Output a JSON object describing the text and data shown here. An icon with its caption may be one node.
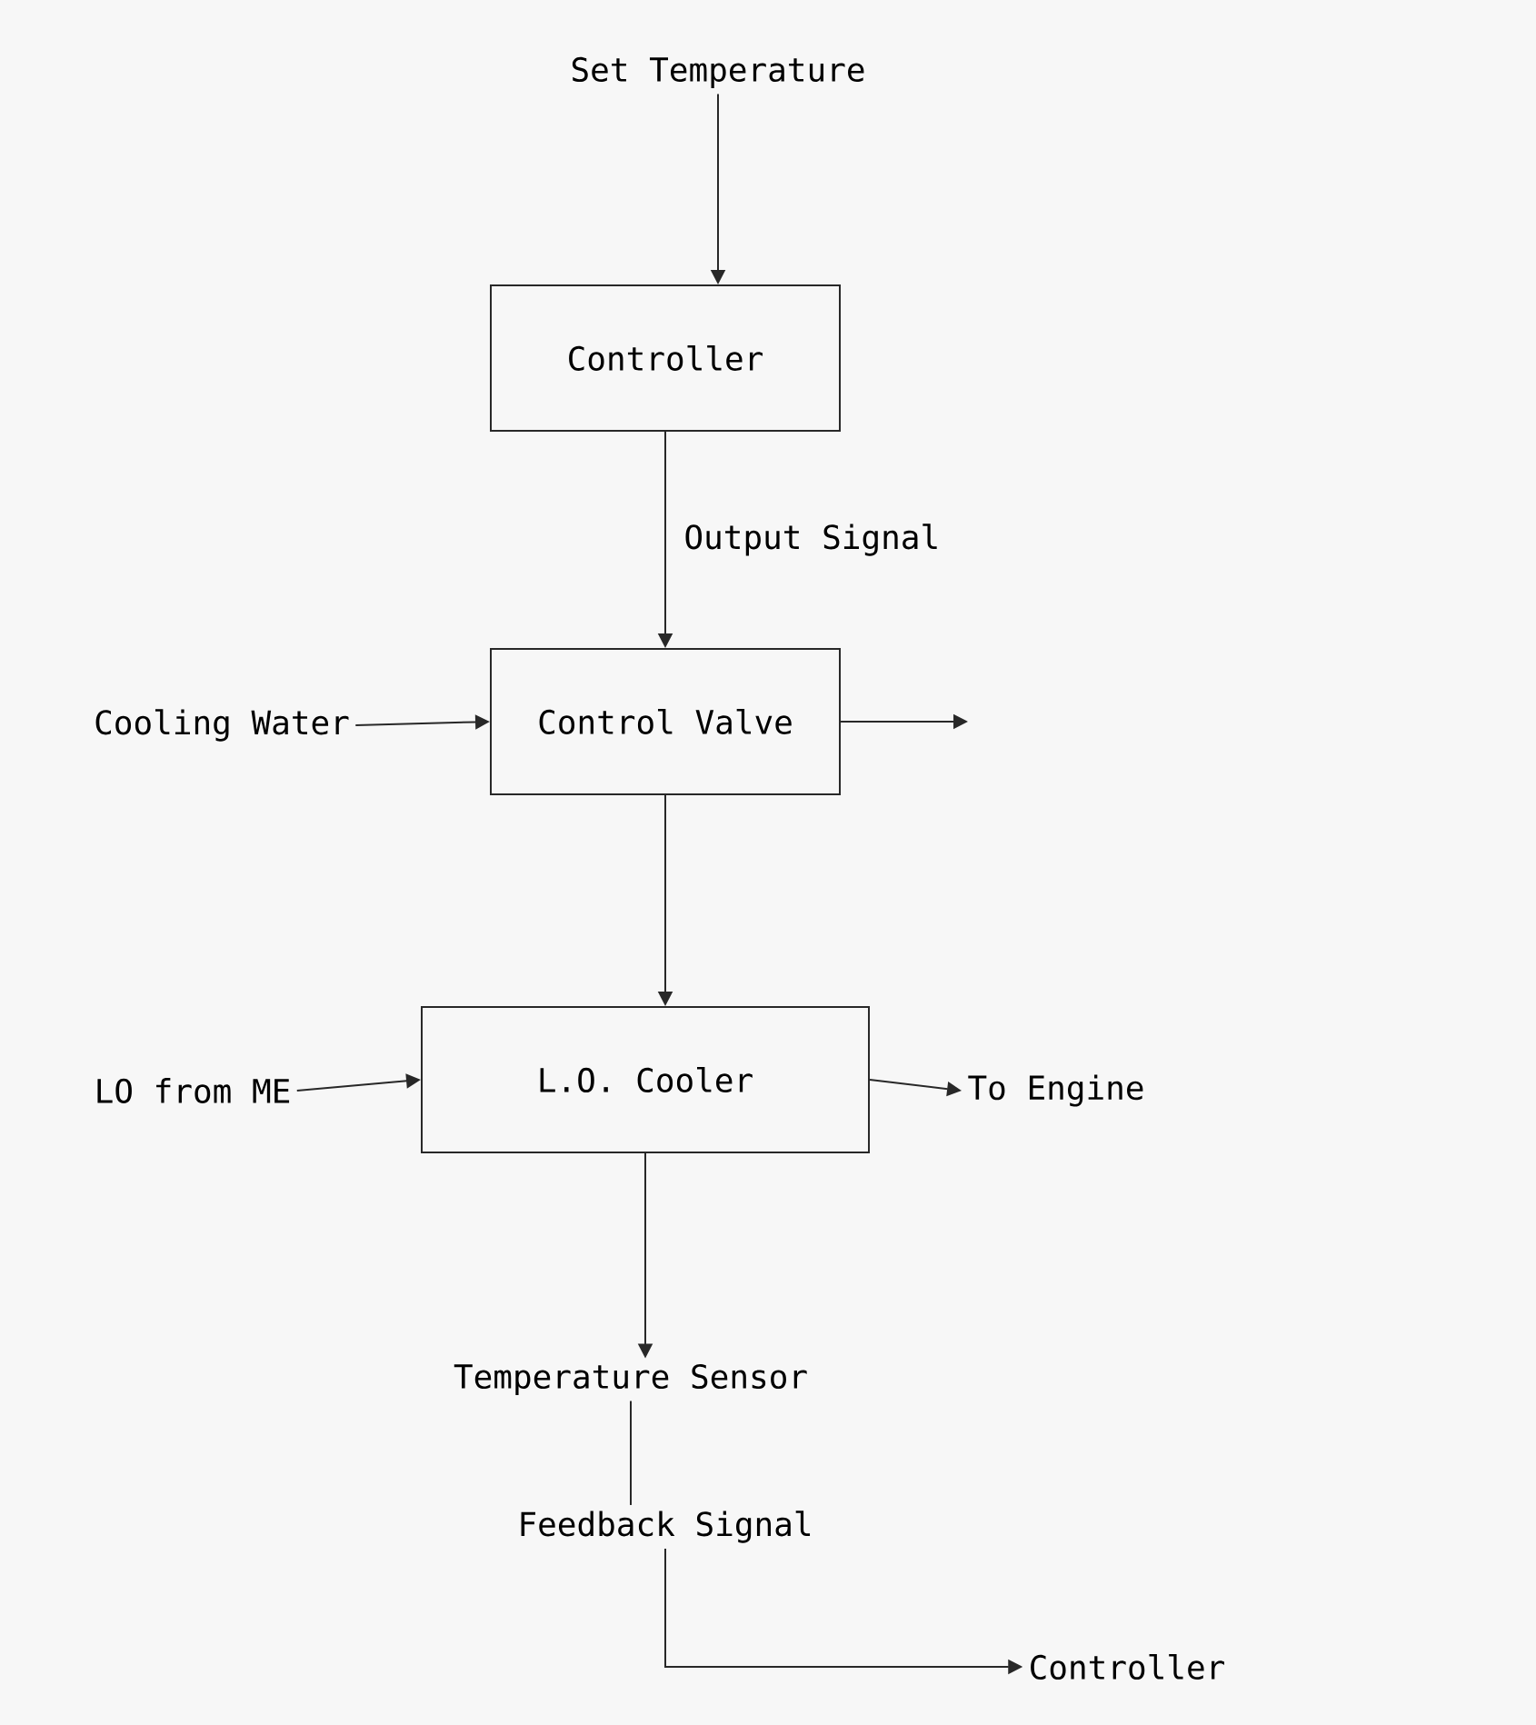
{
  "diagram": {
    "nodes": [
      {
        "text": [
          "Set Temperature"
        ]
      },
      {
        "text": [
          "Controller"
        ]
      },
      {
        "text": [
          "Cooling Water"
        ]
      },
      {
        "text": [
          "Control Valve"
        ]
      },
      {
        "text": [
          "LO from ME"
        ]
      },
      {
        "text": [
          "L.O. Cooler"
        ]
      },
      {
        "text": [
          "To Engine"
        ]
      },
      {
        "text": [
          "Temperature Sensor"
        ]
      },
      {
        "text": [
          "Feedback Signal"
        ]
      },
      {
        "text": [
          "Controller"
        ]
      }
    ],
    "edges": [
      {
        "from": 0,
        "to": 1,
        "arrow": "to"
      },
      {
        "from": 1,
        "to": 3,
        "arrow": "to",
        "label": "Output Signal"
      },
      {
        "from": 2,
        "to": 3,
        "arrow": "to"
      },
      {
        "from": 3,
        "to": null,
        "arrow": "to"
      },
      {
        "from": 3,
        "to": 5,
        "arrow": "to"
      },
      {
        "from": 4,
        "to": 5,
        "arrow": "to"
      },
      {
        "from": 5,
        "to": 6,
        "arrow": "to"
      },
      {
        "from": 5,
        "to": 7,
        "arrow": "to"
      },
      {
        "from": 7,
        "to": 8,
        "arrow": "none"
      },
      {
        "from": 8,
        "to": 9,
        "arrow": "to"
      }
    ]
  }
}
